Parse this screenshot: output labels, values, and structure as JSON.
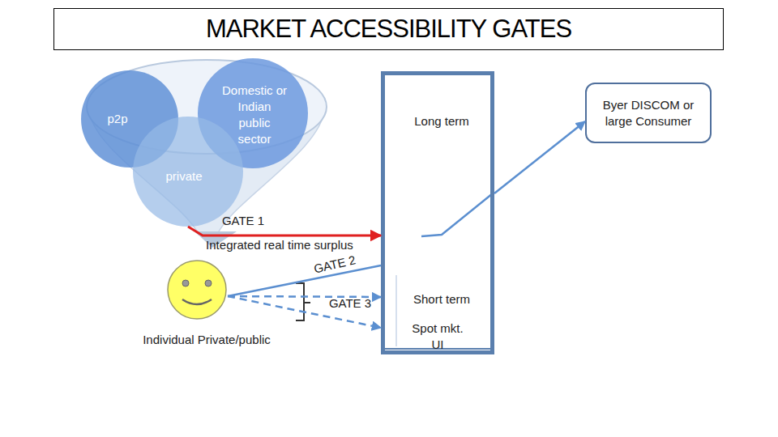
{
  "diagram": {
    "title": "MARKET ACCESSIBILITY GATES",
    "nodes": [
      {
        "text": [
          "p2p"
        ]
      },
      {
        "text": [
          "Domestic or Indian public sector"
        ]
      },
      {
        "text": [
          "private"
        ]
      },
      {
        "text": [
          "Long term",
          "Short term",
          "Spot mkt. UI"
        ]
      },
      {
        "text": [
          "Byer DISCOM or large Consumer"
        ]
      },
      {
        "text": [
          "Individual Private/public"
        ]
      }
    ],
    "edges": [
      {
        "from": 2,
        "to": 3,
        "arrow": "to",
        "label": "GATE 1"
      },
      {
        "from": 3,
        "to": 4,
        "arrow": "to"
      },
      {
        "from": 5,
        "to": 3,
        "arrow": "none",
        "label": "GATE 2"
      },
      {
        "from": 5,
        "to": 3,
        "arrow": "to"
      },
      {
        "from": 5,
        "to": 3,
        "arrow": "to"
      }
    ],
    "labels": [
      "Integrated real time surplus",
      "GATE 3"
    ]
  }
}
